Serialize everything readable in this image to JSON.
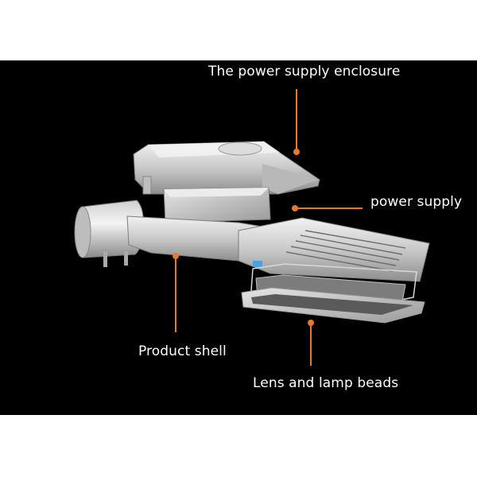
{
  "labels": {
    "enclosure": "The power supply enclosure",
    "power_supply": "power supply",
    "shell": "Product shell",
    "lens": "Lens and lamp beads"
  },
  "colors": {
    "background": "#000000",
    "page": "#ffffff",
    "leader": "#e8782a",
    "text": "#ffffff"
  }
}
